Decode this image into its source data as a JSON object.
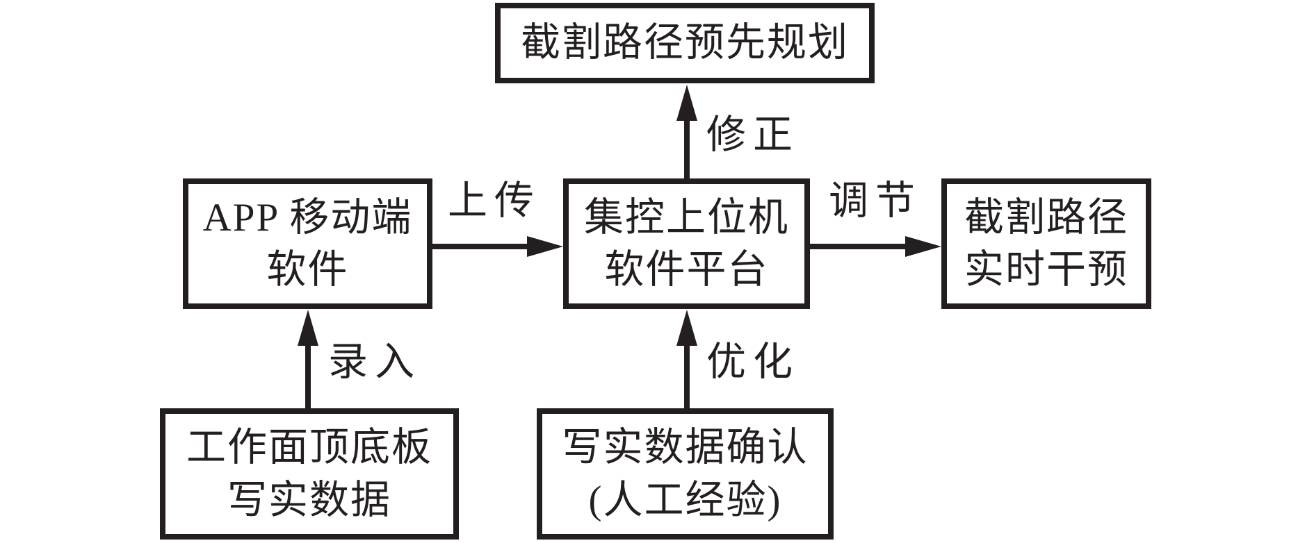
{
  "diagram": {
    "type": "flowchart",
    "colors": {
      "ink": "#231f20",
      "background": "#ffffff"
    },
    "nodes": {
      "plan": {
        "line1": "截割路径预先规划"
      },
      "app": {
        "line1": "APP 移动端",
        "line2": "软件"
      },
      "platform": {
        "line1": "集控上位机",
        "line2": "软件平台"
      },
      "intervene": {
        "line1": "截割路径",
        "line2": "实时干预"
      },
      "data": {
        "line1": "工作面顶底板",
        "line2": "写实数据"
      },
      "confirm": {
        "line1": "写实数据确认",
        "line2": "(人工经验)"
      }
    },
    "edge_labels": {
      "entry": "录入",
      "upload": "上传",
      "correction": "修正",
      "adjust": "调节",
      "optimize": "优化"
    }
  }
}
